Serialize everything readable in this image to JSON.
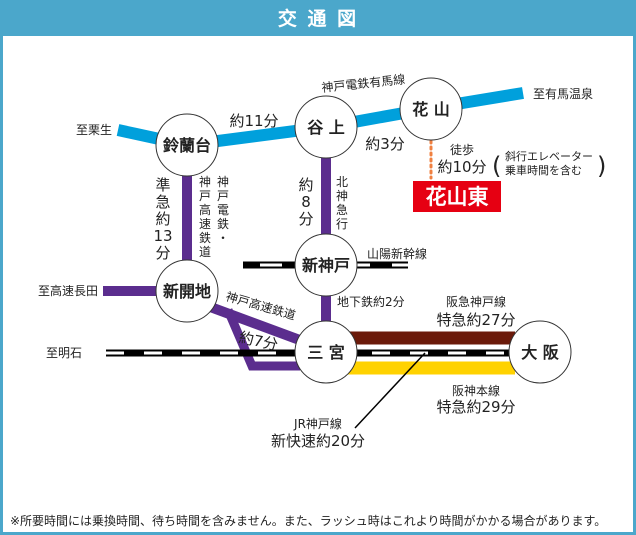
{
  "header": {
    "title": "交 通 図"
  },
  "colors": {
    "arima_line": "#00a0dc",
    "kobe_kosoku": "#5b2d8e",
    "hankyu": "#6b1a0a",
    "hanshin": "#ffd200",
    "destination": "#e60012",
    "walk": "#f08040"
  },
  "stations": {
    "suzurandai": "鈴蘭台",
    "tanigami": "谷 上",
    "hanayama": "花 山",
    "shinkobe": "新神戸",
    "shinkaichi": "新開地",
    "sannomiya": "三 宮",
    "osaka": "大 阪"
  },
  "destination": "花山東",
  "directions": {
    "aono": "至栗生",
    "arima": "至有馬温泉",
    "nagata": "至高速長田",
    "akashi": "至明石"
  },
  "lines": {
    "arima": "神戸電鉄有馬線",
    "kd_vertical": [
      "神",
      "戸",
      "電",
      "鉄",
      "・"
    ],
    "kk_vertical": [
      "神",
      "戸",
      "高",
      "速",
      "鉄",
      "道"
    ],
    "hokushin": [
      "北",
      "神",
      "急",
      "行"
    ],
    "sanyo": "山陽新幹線",
    "kosoku_diag": "神戸高速鉄道",
    "hankyu": "阪急神戸線",
    "hanshin": "阪神本線",
    "jr": "JR神戸線"
  },
  "times": {
    "suzuran_tanigami": "約11分",
    "tanigami_hanayama": "約3分",
    "walk_label": "徒歩",
    "walk_time": "約10分",
    "walk_note_1": "斜行エレベーター",
    "walk_note_2": "乗車時間を含む",
    "suzuran_shinkaichi": [
      "準",
      "急",
      "約",
      "13",
      "分"
    ],
    "tanigami_shinkobe": [
      "約",
      "8",
      "分"
    ],
    "subway": "地下鉄約2分",
    "shinkaichi_sannomiya": "約7分",
    "hankyu": "特急約27分",
    "hanshin": "特急約29分",
    "jr": "新快速約20分"
  },
  "footnote": "※所要時間には乗換時間、待ち時間を含みません。また、ラッシュ時はこれより時間がかかる場合があります。"
}
